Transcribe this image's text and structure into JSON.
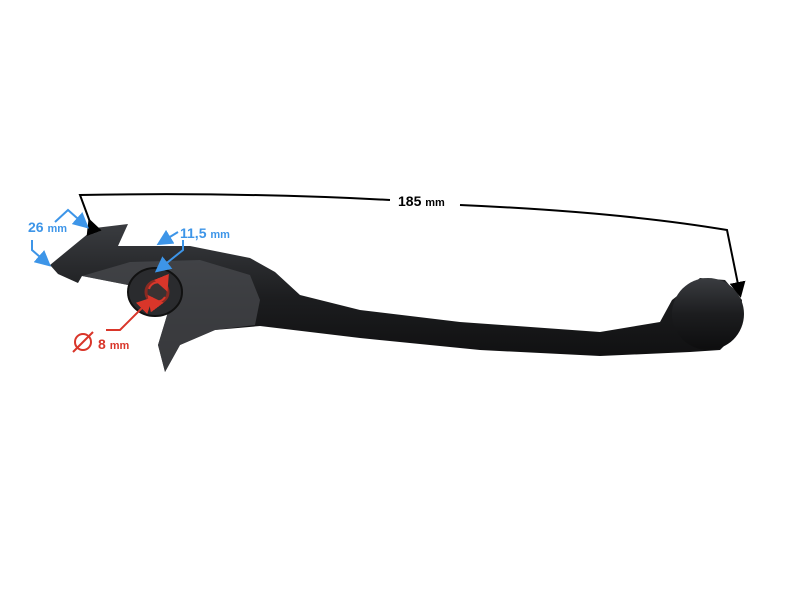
{
  "product": "brake-lever",
  "colors": {
    "lever": "#1c1d1f",
    "blue_dim": "#3d95e8",
    "red_dim": "#d9362a",
    "black_dim": "#000000"
  },
  "dimensions": {
    "length": {
      "value": "185",
      "unit": "mm"
    },
    "width": {
      "value": "26",
      "unit": "mm"
    },
    "bore_wall": {
      "value": "11,5",
      "unit": "mm"
    },
    "bore_diameter": {
      "value": "8",
      "unit": "mm"
    }
  }
}
